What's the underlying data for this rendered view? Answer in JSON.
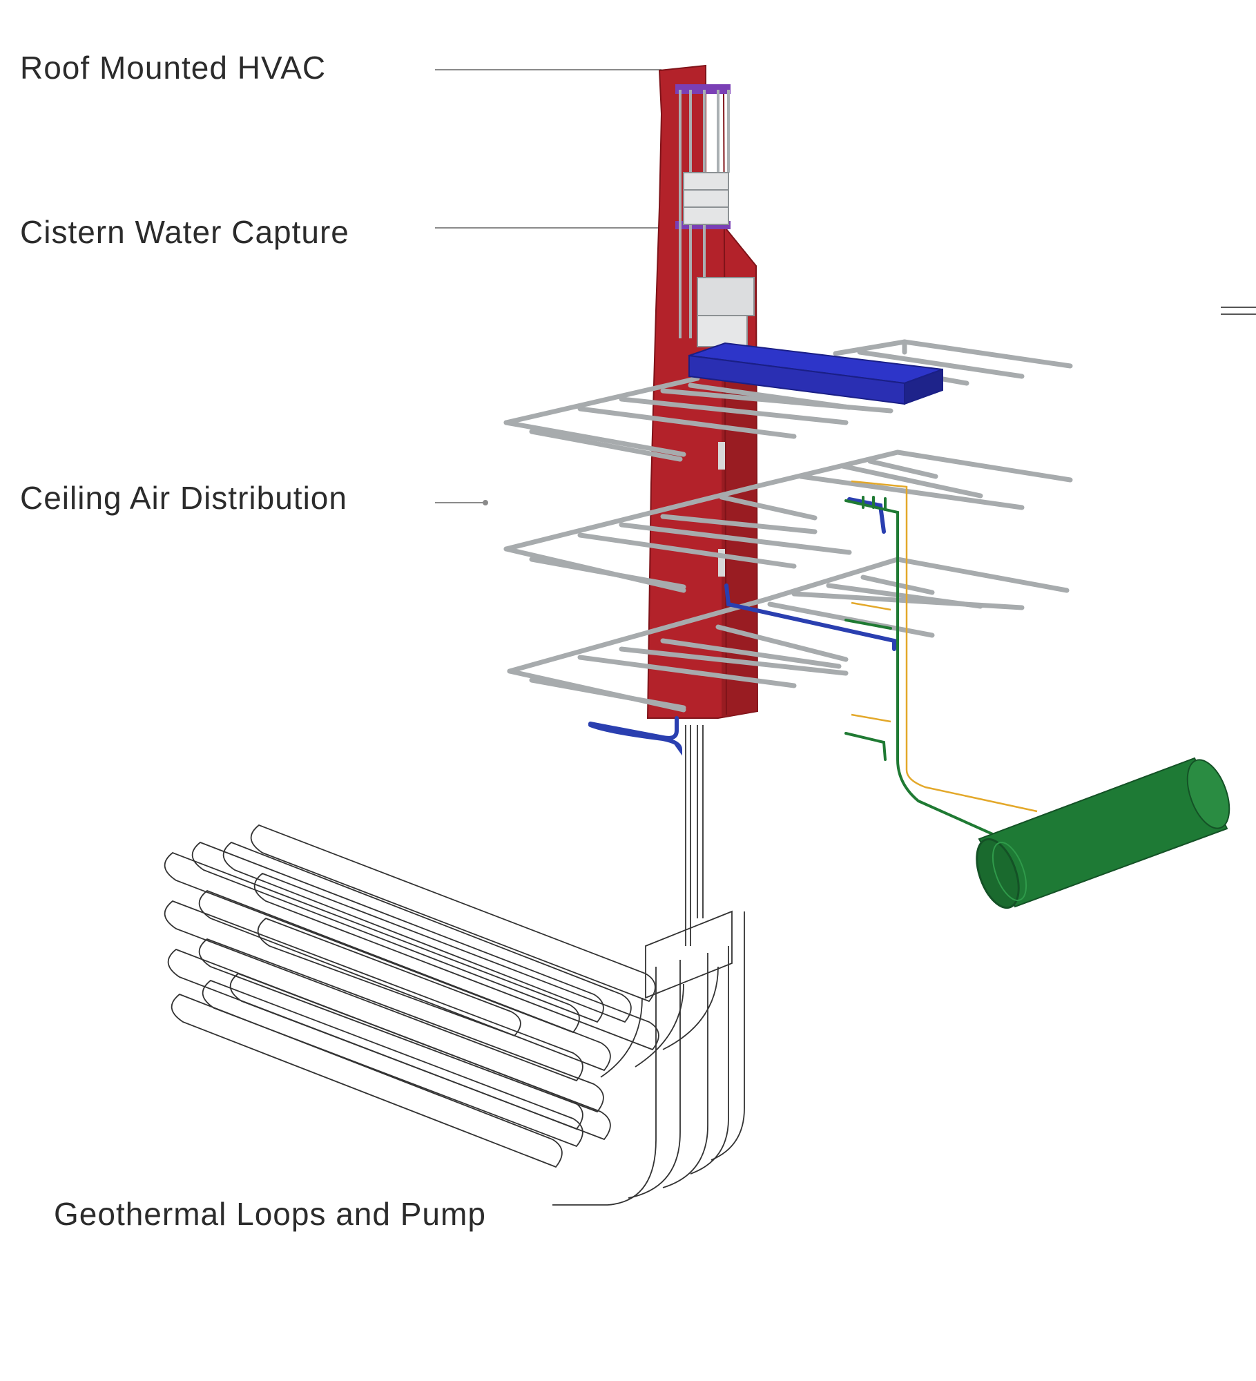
{
  "labels": {
    "roof_hvac": "Roof Mounted HVAC",
    "cistern": "Cistern Water Capture",
    "ceiling_air": "Ceiling Air Distribution",
    "geothermal": "Geothermal Loops and Pump"
  },
  "colors": {
    "structural_core": "#b3222a",
    "cistern_tank": "#2a2fb3",
    "water_pipes": "#2a3fb0",
    "green_pipes": "#1f7a33",
    "storage_tank": "#1e7a35",
    "yellow_line": "#e3a82a",
    "ducts": "#b9bdbf",
    "equipment": "#d4d6d8",
    "hvac_frame": "#7a3fb5",
    "leader_lines": "#8a8a8a",
    "geothermal_loops": "#333333"
  },
  "icons": [
    "menu-icon"
  ]
}
